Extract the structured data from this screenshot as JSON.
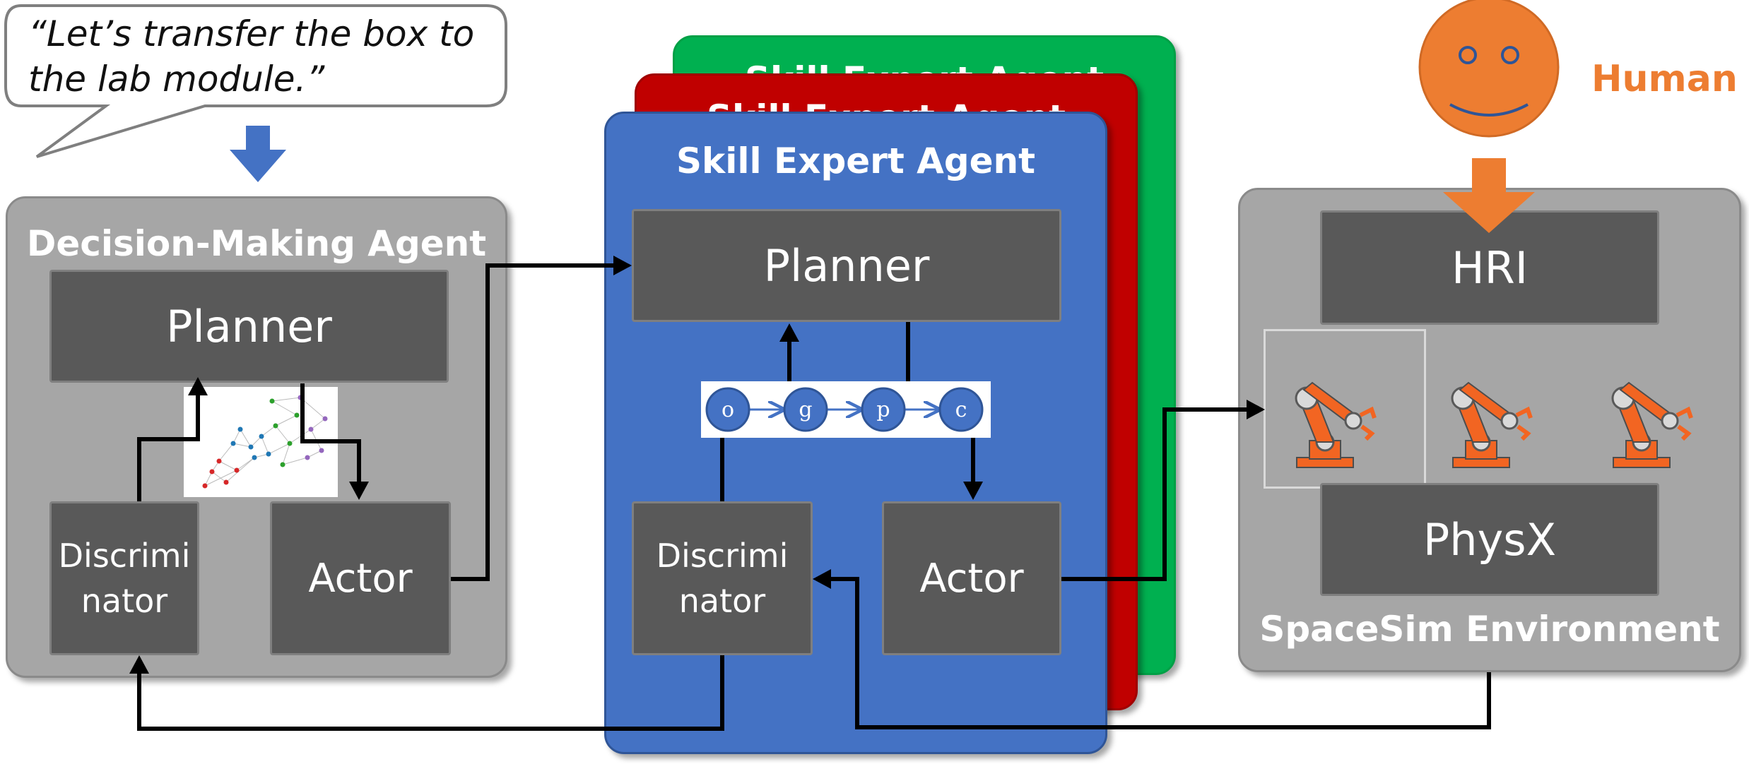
{
  "speech_bubble": {
    "line1": "“Let’s transfer the box to",
    "line2": "the lab module.”"
  },
  "decision_agent": {
    "title": "Decision-Making Agent",
    "planner": "Planner",
    "discriminator_line1": "Discrimi",
    "discriminator_line2": "nator",
    "actor": "Actor"
  },
  "skill_agent_stack": {
    "back_title_green": "Skill Expert Agent",
    "back_title_red": "Skill Expert Agent",
    "title": "Skill Expert Agent",
    "planner": "Planner",
    "discriminator_line1": "Discrimi",
    "discriminator_line2": "nator",
    "actor": "Actor",
    "chain_nodes": [
      "o",
      "g",
      "p",
      "c"
    ]
  },
  "environment": {
    "title": "SpaceSim Environment",
    "hri": "HRI",
    "physx": "PhysX",
    "human_label": "Human"
  },
  "colors": {
    "green_panel": "#00b050",
    "red_panel": "#c00000",
    "blue_panel": "#4472c4",
    "gray_panel": "#a6a6a6",
    "dark_box": "#595959",
    "human_orange": "#ed7d31",
    "robot_orange": "#f26522"
  }
}
